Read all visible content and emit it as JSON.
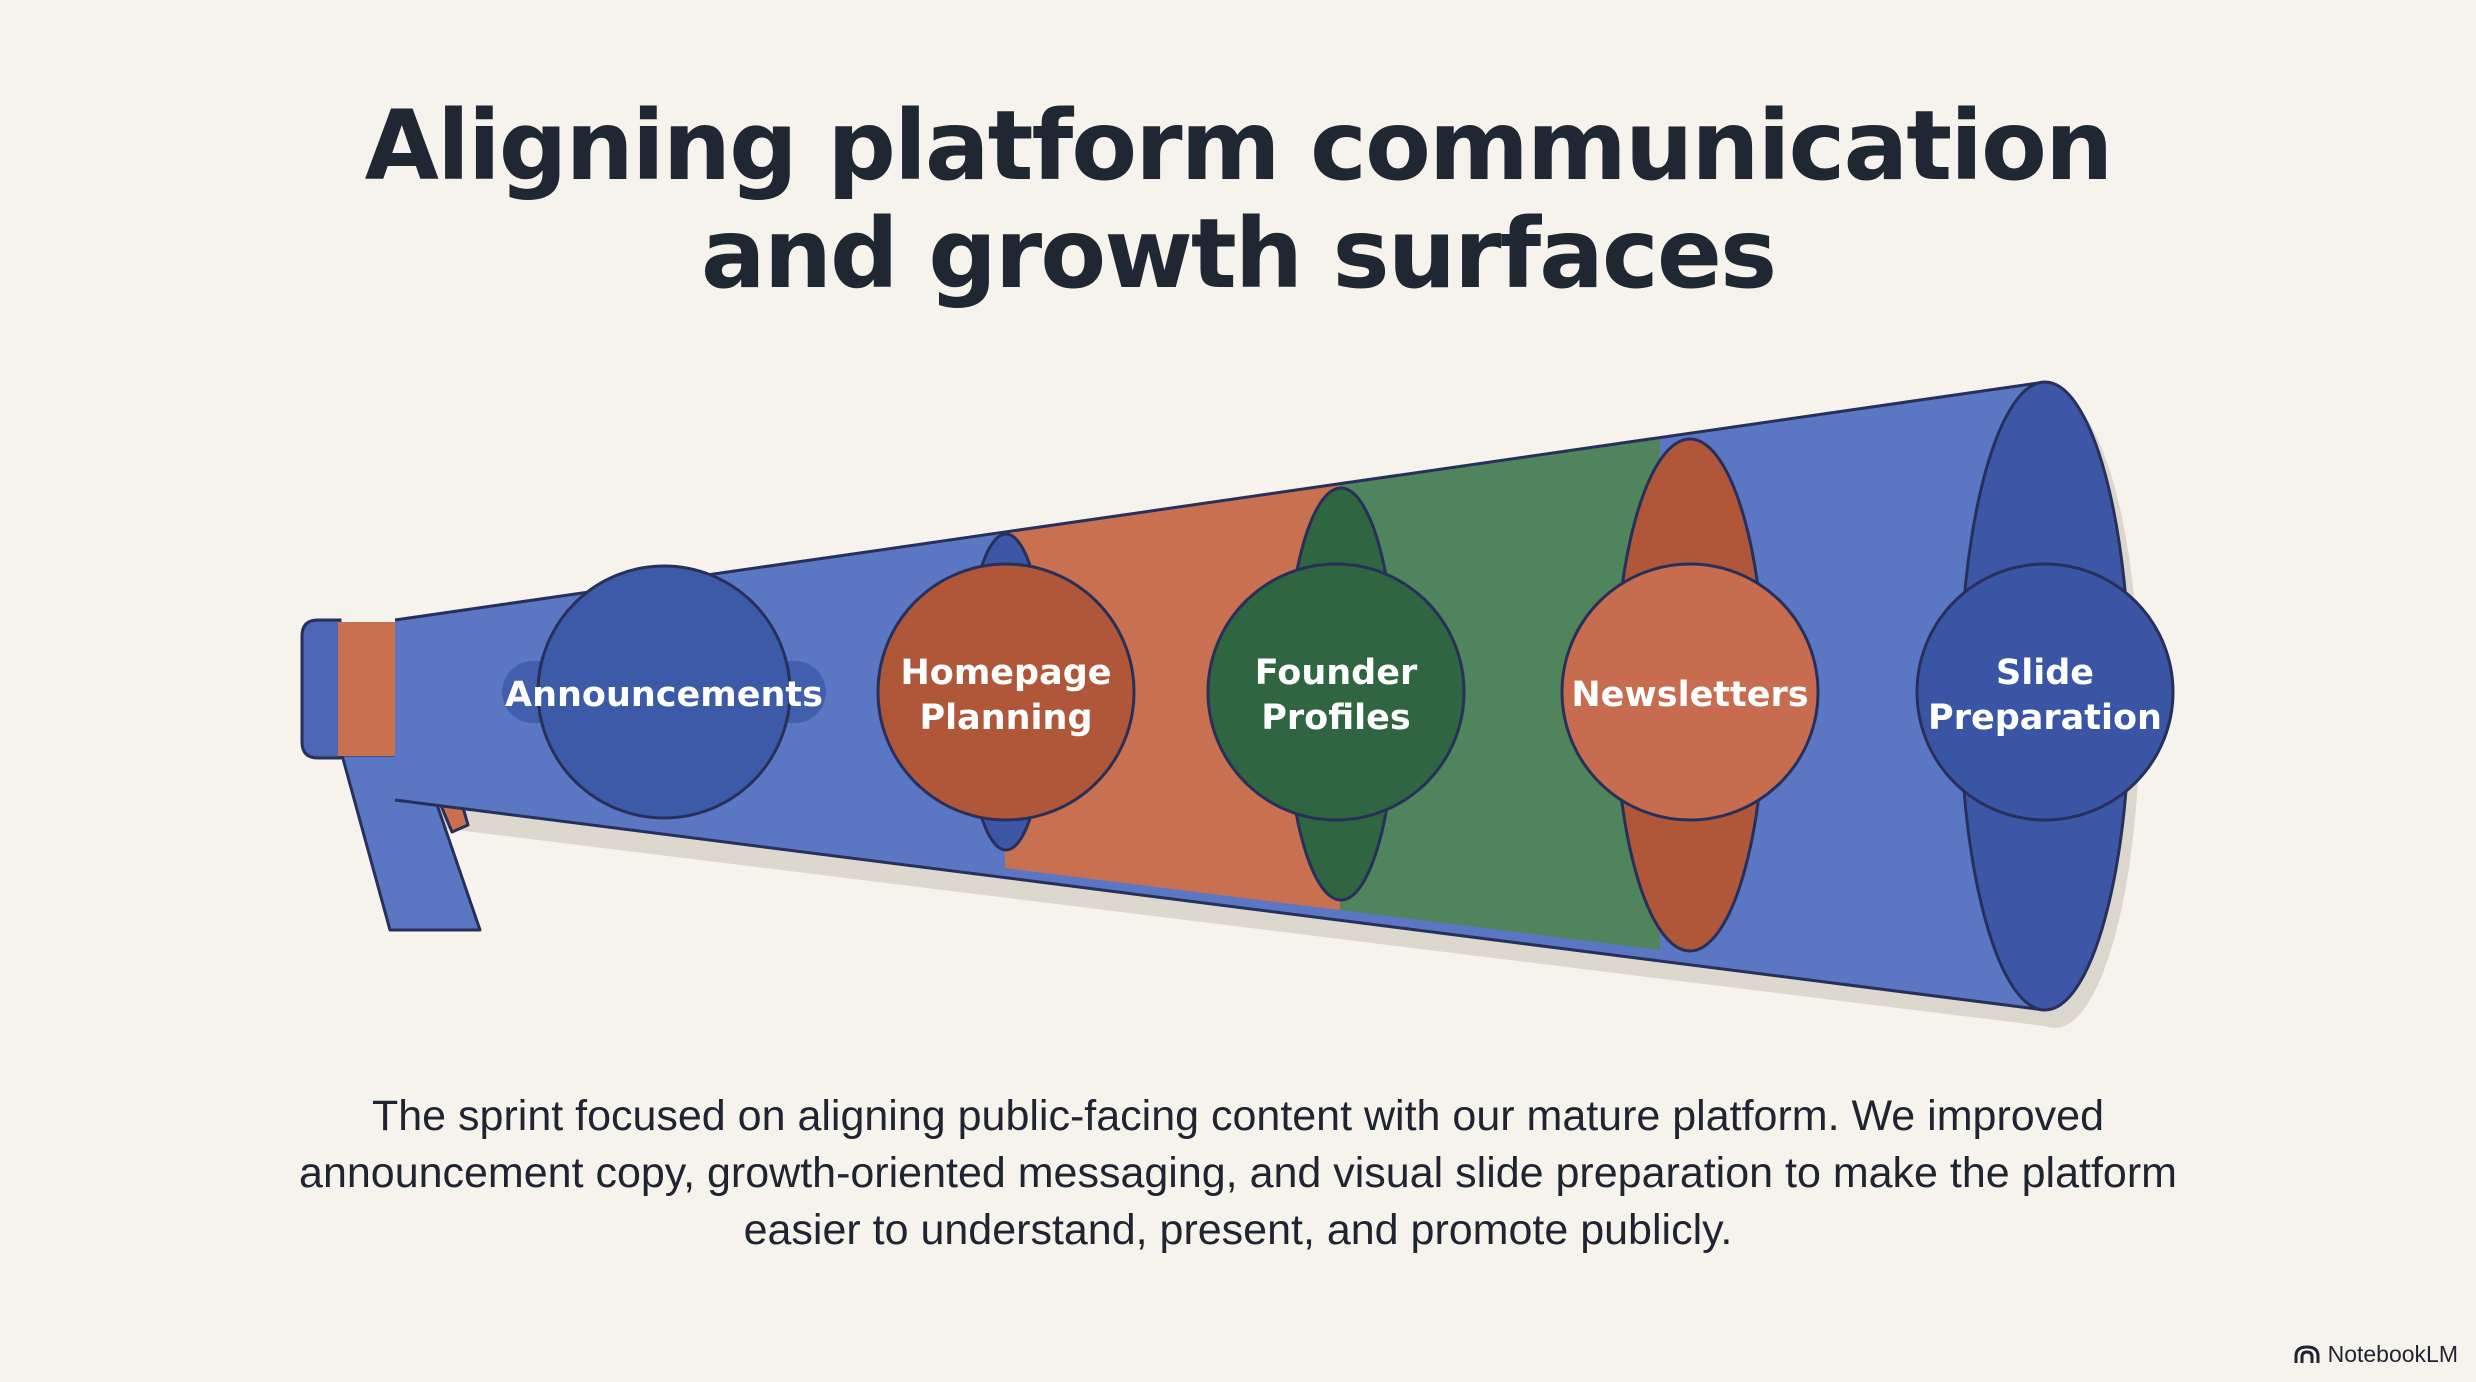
{
  "title": {
    "line1": "Aligning platform communication",
    "line2": "and growth surfaces"
  },
  "nodes": [
    {
      "lines": [
        "Announcements"
      ],
      "fill": "#3d5aa8"
    },
    {
      "lines": [
        "Homepage",
        "Planning"
      ],
      "fill": "#b0573a"
    },
    {
      "lines": [
        "Founder",
        "Profiles"
      ],
      "fill": "#2f6540"
    },
    {
      "lines": [
        "Newsletters"
      ],
      "fill": "#c76c4e"
    },
    {
      "lines": [
        "Slide",
        "Preparation"
      ],
      "fill": "#3b55a5"
    }
  ],
  "description": "The sprint focused on aligning public-facing content with our mature platform. We improved announcement copy, growth-oriented messaging, and visual slide preparation to make the platform easier to understand, present, and promote publicly.",
  "brand": {
    "name": "NotebookLM",
    "icon": "notebooklm-logo-icon"
  },
  "colors": {
    "background": "#f5f3ec",
    "blue": "#5b77c4",
    "blue_dark": "#3d57a6",
    "orange": "#c8704f",
    "orange_dark": "#b0573a",
    "green": "#4f845c",
    "green_dark": "#2f6540",
    "outline": "#27305a",
    "text": "#1f2732"
  }
}
